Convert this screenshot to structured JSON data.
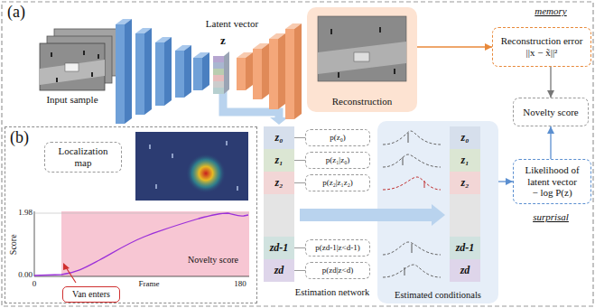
{
  "diagram": {
    "nodes": [
      {
        "text": [
          "Reconstruction"
        ]
      },
      {
        "text": [
          "Reconstruction error",
          "||x − x̃||²"
        ]
      },
      {
        "text": [
          "Novelty score"
        ]
      },
      {
        "text": [
          "Likelihood of latent vector",
          "− log P(z)"
        ]
      },
      {
        "text": [
          "(b)"
        ]
      },
      {
        "text": [
          "Localization map"
        ],
        "in": 4
      },
      {
        "text": [
          "Van enters"
        ],
        "in": 4
      },
      {
        "text": [
          "z₀"
        ]
      },
      {
        "text": [
          "z₁"
        ]
      },
      {
        "text": [
          "z₂"
        ]
      },
      {
        "text": [
          "zd-1"
        ]
      },
      {
        "text": [
          "zd"
        ]
      },
      {
        "text": [
          "p(z₀)"
        ]
      },
      {
        "text": [
          "p(z₁|z₀)"
        ]
      },
      {
        "text": [
          "p(z₂|z₁z₂)"
        ]
      },
      {
        "text": [
          "p(zd-1|z<d-1)"
        ]
      },
      {
        "text": [
          "p(zd|z<d)"
        ]
      },
      {
        "text": [
          "Estimated conditionals"
        ]
      },
      {
        "text": [
          "z₀"
        ],
        "in": 17
      },
      {
        "text": [
          "z₁"
        ],
        "in": 17
      },
      {
        "text": [
          "z₂"
        ],
        "in": 17
      },
      {
        "text": [
          "zd-1"
        ],
        "in": 17
      },
      {
        "text": [
          "zd"
        ],
        "in": 17
      }
    ],
    "edges": [
      {
        "from": 0,
        "to": 1,
        "arrow": "to"
      },
      {
        "from": 1,
        "to": 2,
        "arrow": "to"
      },
      {
        "from": 3,
        "to": 2,
        "arrow": "to"
      },
      {
        "from": 17,
        "to": 3,
        "arrow": "to"
      },
      {
        "from": 7,
        "to": 12,
        "arrow": "none"
      },
      {
        "from": 8,
        "to": 13,
        "arrow": "none"
      },
      {
        "from": 9,
        "to": 14,
        "arrow": "none"
      },
      {
        "from": 10,
        "to": 15,
        "arrow": "none"
      },
      {
        "from": 11,
        "to": 16,
        "arrow": "none"
      }
    ],
    "labels": [
      "(a)",
      "Latent vector",
      "z",
      "Input sample",
      "memory",
      "surprisal",
      "Estimation network",
      "Novelty score",
      "Score",
      "1.98",
      "0.00",
      "0",
      "Frame",
      "180"
    ]
  }
}
